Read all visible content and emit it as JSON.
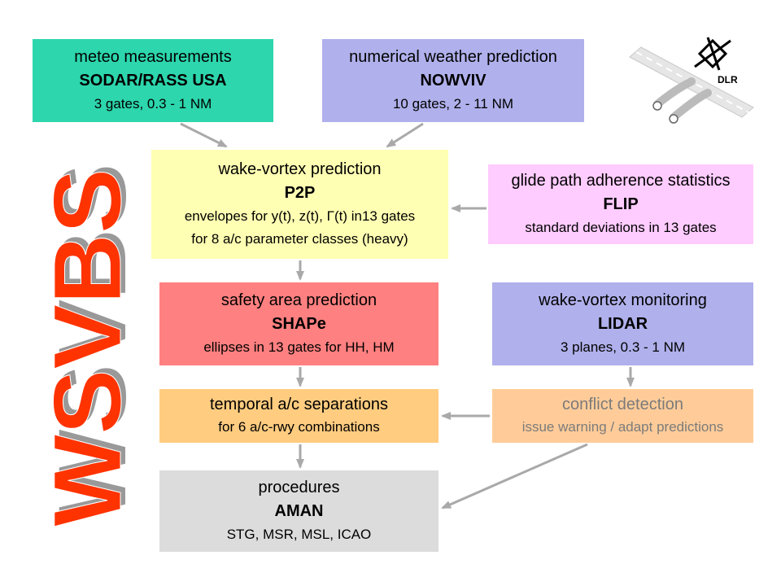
{
  "title": "WSVBS",
  "colors": {
    "meteo": "#2dd6ad",
    "nwp": "#b0b0ec",
    "p2p": "#ffffb3",
    "flip": "#ffccff",
    "shape": "#ff8080",
    "lidar": "#b0b0ec",
    "temporal": "#ffcc80",
    "conflict": "#ffcc99",
    "aman": "#dcdcdc",
    "arrow": "#a9a9a9",
    "title_fill": "#ff3300",
    "title_shadow": "#999999"
  },
  "boxes": {
    "meteo": {
      "line1": "meteo measurements",
      "line2": "SODAR/RASS USA",
      "line3": "3 gates, 0.3 - 1 NM"
    },
    "nwp": {
      "line1": "numerical weather prediction",
      "line2": "NOWVIV",
      "line3": "10 gates, 2 - 11 NM"
    },
    "p2p": {
      "line1": "wake-vortex prediction",
      "line2": "P2P",
      "line3": "envelopes for y(t), z(t), Γ(t) in13 gates",
      "line4": "for 8 a/c parameter classes (heavy)"
    },
    "flip": {
      "line1": "glide path adherence statistics",
      "line2": "FLIP",
      "line3": "standard deviations in 13 gates"
    },
    "shape": {
      "line1": "safety area prediction",
      "line2": "SHAPe",
      "line3": "ellipses in 13 gates for HH, HM"
    },
    "lidar": {
      "line1": "wake-vortex monitoring",
      "line2": "LIDAR",
      "line3": "3 planes, 0.3 - 1 NM"
    },
    "temporal": {
      "line1": "temporal a/c separations",
      "line3": "for 6 a/c-rwy combinations"
    },
    "conflict": {
      "line1": "conflict detection",
      "line3": "issue warning / adapt predictions"
    },
    "aman": {
      "line1": "procedures",
      "line2": "AMAN",
      "line3": "STG, MSR, MSL, ICAO"
    }
  },
  "logo": {
    "text": "DLR",
    "icon": "dlr-aircraft-logo-icon"
  }
}
